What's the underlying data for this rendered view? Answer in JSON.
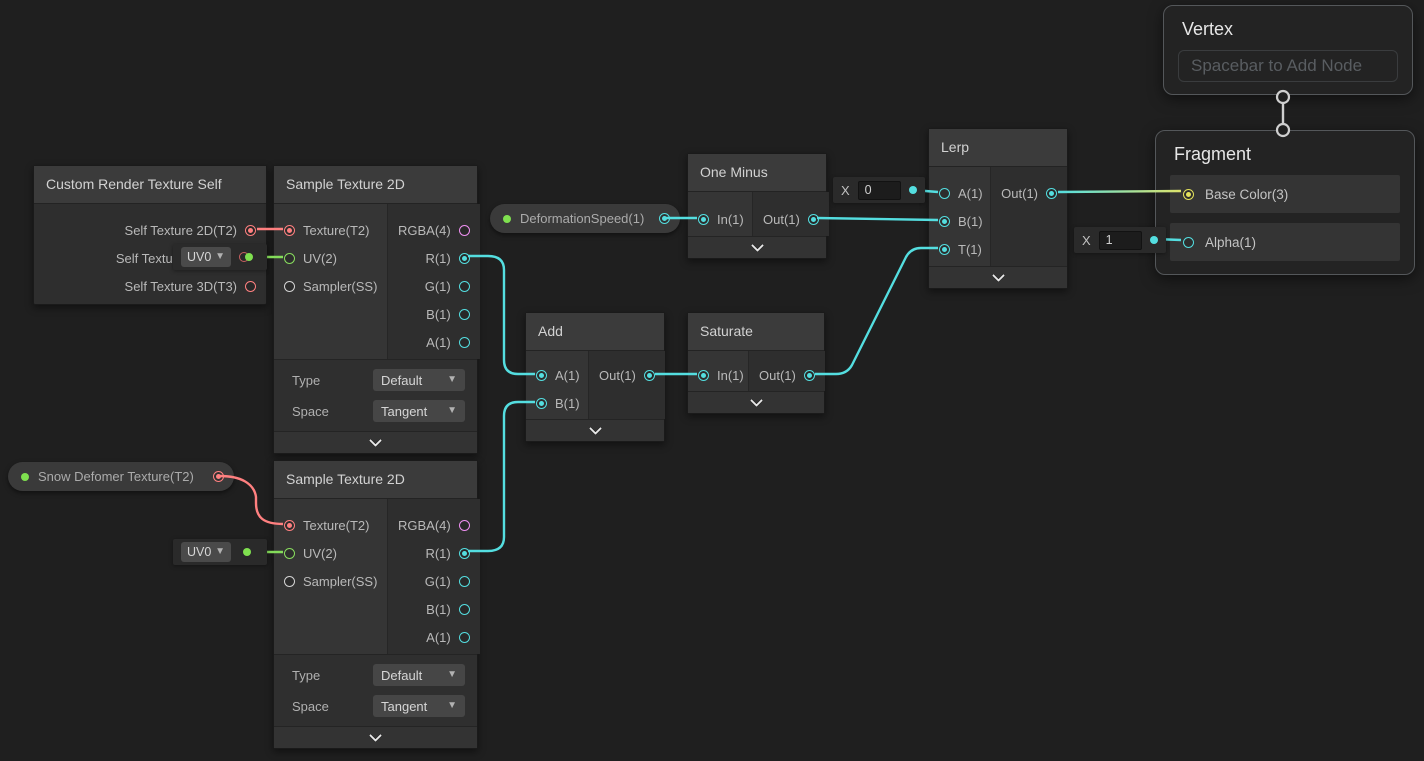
{
  "colors": {
    "background": "#1f1f1f",
    "wire_cyan": "#54dee0",
    "wire_green": "#84dc5a",
    "wire_red": "#ff8080",
    "port_pink": "#ee8ff0",
    "port_yellow": "#e3e15c",
    "port_gray": "#d4d4d4",
    "edge_gradient_to_basecolor": [
      "#54dee0",
      "#dde26a"
    ]
  },
  "nodes": {
    "custom_render_texture_self": {
      "title": "Custom Render Texture Self",
      "outputs": [
        "Self Texture 2D(T2)",
        "Self Texture Cube(C)",
        "Self Texture 3D(T3)"
      ]
    },
    "sample_texture_top": {
      "title": "Sample Texture 2D",
      "inputs": [
        "Texture(T2)",
        "UV(2)",
        "Sampler(SS)"
      ],
      "outputs": [
        "RGBA(4)",
        "R(1)",
        "G(1)",
        "B(1)",
        "A(1)"
      ],
      "type_label": "Type",
      "type_value": "Default",
      "space_label": "Space",
      "space_value": "Tangent"
    },
    "sample_texture_bottom": {
      "title": "Sample Texture 2D",
      "inputs": [
        "Texture(T2)",
        "UV(2)",
        "Sampler(SS)"
      ],
      "outputs": [
        "RGBA(4)",
        "R(1)",
        "G(1)",
        "B(1)",
        "A(1)"
      ],
      "type_label": "Type",
      "type_value": "Default",
      "space_label": "Space",
      "space_value": "Tangent"
    },
    "deformation_speed": {
      "label": "DeformationSpeed(1)"
    },
    "snow_deformer_texture": {
      "label": "Snow Defomer Texture(T2)"
    },
    "one_minus": {
      "title": "One Minus",
      "input": "In(1)",
      "output": "Out(1)"
    },
    "add": {
      "title": "Add",
      "inputs": [
        "A(1)",
        "B(1)"
      ],
      "output": "Out(1)"
    },
    "saturate": {
      "title": "Saturate",
      "input": "In(1)",
      "output": "Out(1)"
    },
    "lerp": {
      "title": "Lerp",
      "inputs": [
        "A(1)",
        "B(1)",
        "T(1)"
      ],
      "output": "Out(1)"
    },
    "vertex_context": {
      "title": "Vertex",
      "placeholder": "Spacebar to Add Node"
    },
    "fragment_context": {
      "title": "Fragment",
      "blocks": [
        "Base Color(3)",
        "Alpha(1)"
      ]
    },
    "uv_selector_top": {
      "value": "UV0"
    },
    "uv_selector_bottom": {
      "value": "UV0"
    },
    "lerp_a_default": {
      "label": "X",
      "value": "0"
    },
    "alpha_default": {
      "label": "X",
      "value": "1"
    }
  }
}
